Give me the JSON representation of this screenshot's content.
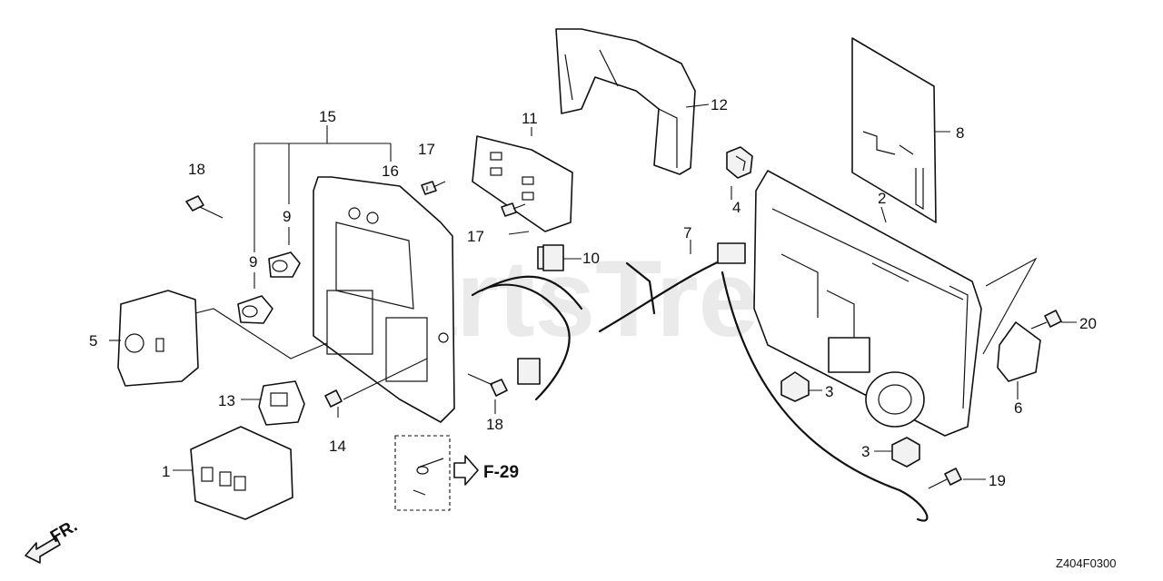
{
  "watermark": "PartsTree",
  "diagram_code": "Z404F0300",
  "front_indicator": "FR.",
  "figure_reference": "F-29",
  "callouts": [
    "1",
    "2",
    "3",
    "3",
    "4",
    "5",
    "6",
    "7",
    "8",
    "9",
    "9",
    "10",
    "11",
    "12",
    "13",
    "14",
    "15",
    "16",
    "17",
    "17",
    "18",
    "18",
    "19",
    "20"
  ]
}
